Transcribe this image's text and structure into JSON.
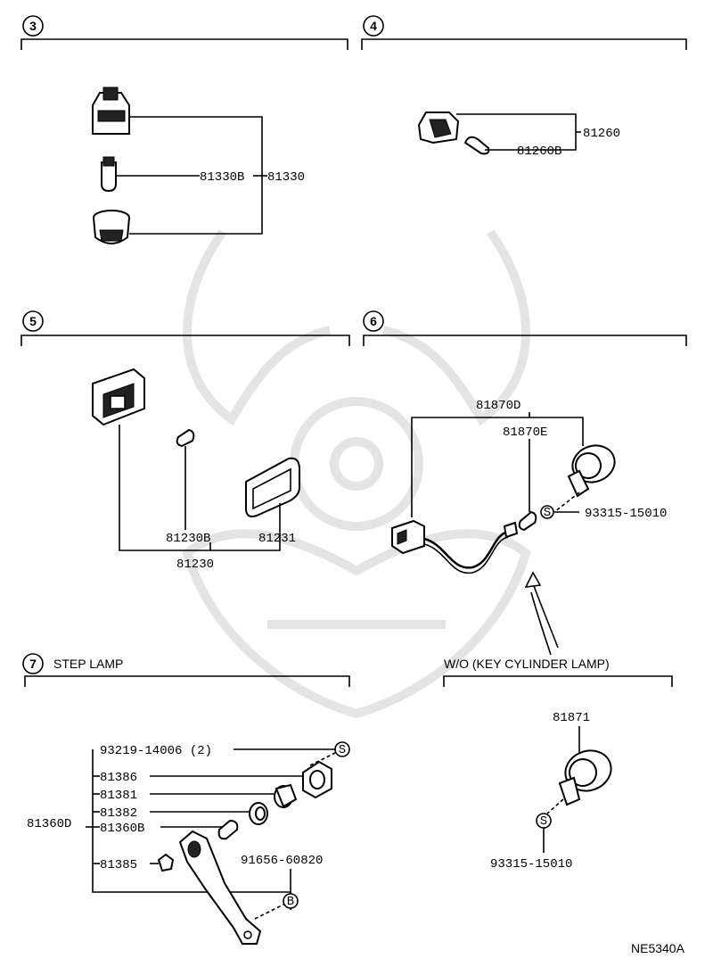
{
  "sections": {
    "s3": {
      "number": "3"
    },
    "s4": {
      "number": "4"
    },
    "s5": {
      "number": "5"
    },
    "s6": {
      "number": "6"
    },
    "s7": {
      "number": "7",
      "title": "STEP LAMP"
    },
    "wo": {
      "title": "W/O (KEY CYLINDER LAMP)"
    }
  },
  "labels": {
    "p81330B": "81330B",
    "p81330": "81330",
    "p81260": "81260",
    "p81260B": "81260B",
    "p81230B": "81230B",
    "p81231": "81231",
    "p81230": "81230",
    "p81870D": "81870D",
    "p81870E": "81870E",
    "p93315_s6": "93315-15010",
    "p93219": "93219-14006 (2)",
    "p81386": "81386",
    "p81381": "81381",
    "p81382": "81382",
    "p81360B": "81360B",
    "p81360D": "81360D",
    "p81385": "81385",
    "p91656": "91656-60820",
    "p81871": "81871",
    "p93315_wo": "93315-15010",
    "sym_s": "S",
    "sym_b": "B"
  },
  "footer": {
    "code": "NE5340A"
  }
}
